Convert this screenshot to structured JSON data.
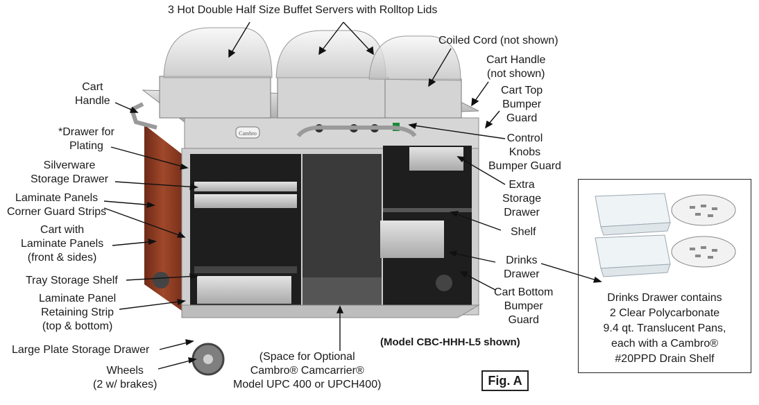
{
  "title": "3 Hot Double Half Size Buffet Servers with Rolltop Lids",
  "labels": {
    "coiled_cord": "Coiled Cord (not shown)",
    "cart_handle_right": [
      "Cart Handle",
      "(not shown)"
    ],
    "cart_handle_left": [
      "Cart",
      "Handle"
    ],
    "cart_top_bumper": [
      "Cart Top",
      "Bumper",
      "Guard"
    ],
    "drawer_plating": [
      "*Drawer for",
      "Plating"
    ],
    "control_knobs": [
      "Control",
      "Knobs",
      "Bumper Guard"
    ],
    "silverware_drawer": [
      "Silverware",
      "Storage Drawer"
    ],
    "extra_storage": [
      "Extra",
      "Storage",
      "Drawer"
    ],
    "laminate_panels": [
      "Laminate Panels",
      "Corner Guard Strips"
    ],
    "shelf": "Shelf",
    "cart_with_laminate": [
      "Cart with",
      "Laminate Panels",
      "(front & sides)"
    ],
    "drinks_drawer": [
      "Drinks",
      "Drawer"
    ],
    "tray_shelf": "Tray Storage Shelf",
    "cart_bottom_bumper": [
      "Cart Bottom",
      "Bumper",
      "Guard"
    ],
    "retaining_strip": [
      "Laminate Panel",
      "Retaining Strip",
      "(top & bottom)"
    ],
    "large_plate_drawer": "Large Plate Storage Drawer",
    "model_shown": "(Model CBC-HHH-L5 shown)",
    "wheels": [
      "Wheels",
      "(2 w/ brakes)"
    ],
    "camcarrier": [
      "(Space for Optional",
      "Cambro® Camcarrier®",
      "Model UPC 400 or UPCH400)"
    ],
    "fig": "Fig. A"
  },
  "inset": {
    "text": [
      "Drinks Drawer contains",
      "2 Clear Polycarbonate",
      "9.4 qt. Translucent Pans,",
      "each with a Cambro®",
      "#20PPD Drain Shelf"
    ]
  },
  "brand_plate": "Cambro",
  "colors": {
    "laminate": "#8a3a22",
    "steel": "#c9c9c9",
    "dark": "#2a2a2a",
    "line": "#111111"
  }
}
